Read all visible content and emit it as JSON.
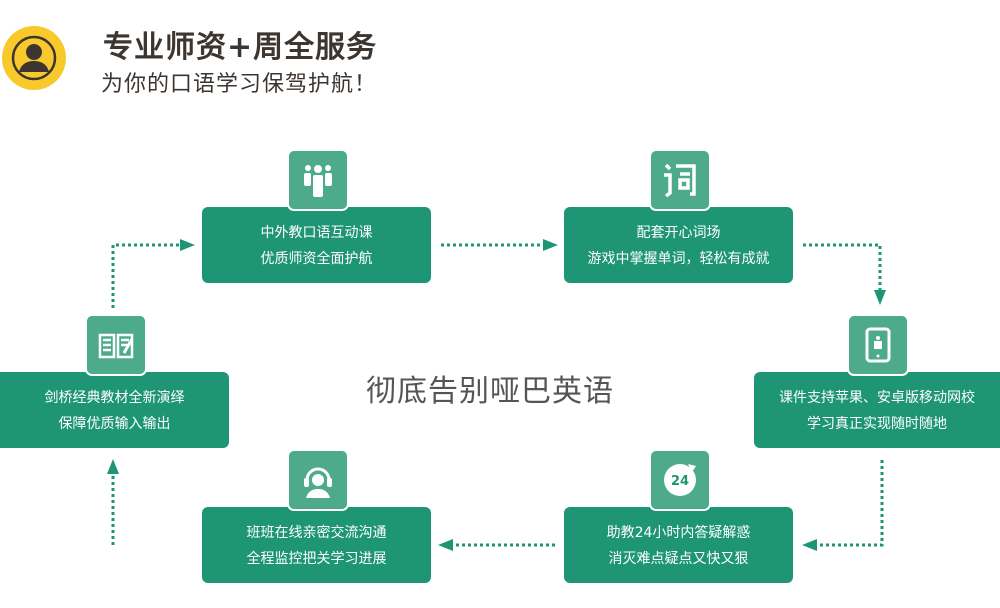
{
  "header": {
    "title": "专业师资+周全服务",
    "subtitle": "为你的口语学习保驾护航！"
  },
  "center_text": "彻底告别哑巴英语",
  "colors": {
    "box": "#1e9676",
    "tile": "#4dab8c",
    "avatar": "#f7c92a"
  },
  "steps": [
    {
      "icon": "teachers-group-icon",
      "lines": [
        "中外教口语互动课",
        "优质师资全面护航"
      ]
    },
    {
      "icon": "vocabulary-ci-icon",
      "lines": [
        "配套开心词场",
        "游戏中掌握单词，轻松有成就"
      ]
    },
    {
      "icon": "tablet-icon",
      "lines": [
        "课件支持苹果、安卓版移动网校",
        "学习真正实现随时随地"
      ]
    },
    {
      "icon": "24-hour-icon",
      "lines": [
        "助教24小时内答疑解惑",
        "消灭难点疑点又快又狠"
      ]
    },
    {
      "icon": "headset-icon",
      "lines": [
        "班班在线亲密交流沟通",
        "全程监控把关学习进展"
      ]
    },
    {
      "icon": "book-icon",
      "lines": [
        "剑桥经典教材全新演绎",
        "保障优质输入输出"
      ]
    }
  ]
}
